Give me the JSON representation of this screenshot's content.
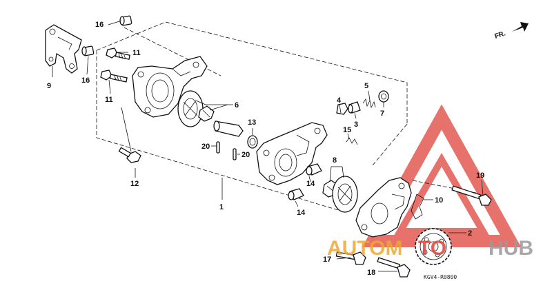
{
  "diagram": {
    "part_labels": {
      "p1": "1",
      "p2": "2",
      "p3": "3",
      "p4": "4",
      "p5": "5",
      "p6": "6",
      "p7": "7",
      "p8": "8",
      "p9": "9",
      "p10": "10",
      "p11a": "11",
      "p11b": "11",
      "p12": "12",
      "p13": "13",
      "p14a": "14",
      "p14b": "14",
      "p15": "15",
      "p16a": "16",
      "p16b": "16",
      "p17": "17",
      "p18": "18",
      "p19": "19",
      "p20a": "20",
      "p20b": "20"
    },
    "direction_label": "FR.",
    "drawing_code": "KGV4-R0800",
    "watermark": {
      "part1": "AUTOM",
      "part2": "TO",
      "part3": "HUB"
    },
    "colors": {
      "line": "#111111",
      "watermark_red": "#e0443a",
      "watermark_orange": "#f0a830",
      "watermark_gray": "#9a9a9a"
    }
  }
}
